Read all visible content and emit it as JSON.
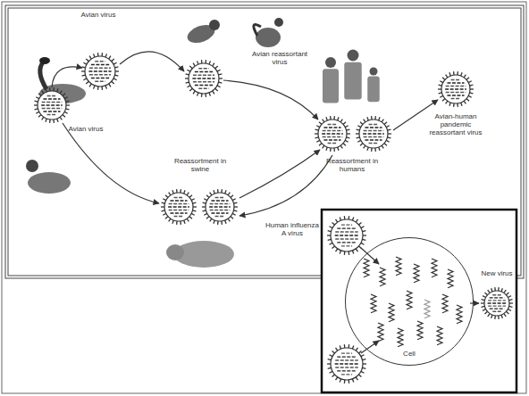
{
  "diagram": {
    "nodes": [
      {
        "text": [
          "Cell"
        ]
      }
    ],
    "labels": [
      "Avian virus",
      "Avian virus",
      "Avian reassortant virus",
      "Reassortment in humans",
      "Avian-human pandemic reassortant virus",
      "Human influenza A virus",
      "Reassortment in swine",
      "New virus"
    ]
  }
}
